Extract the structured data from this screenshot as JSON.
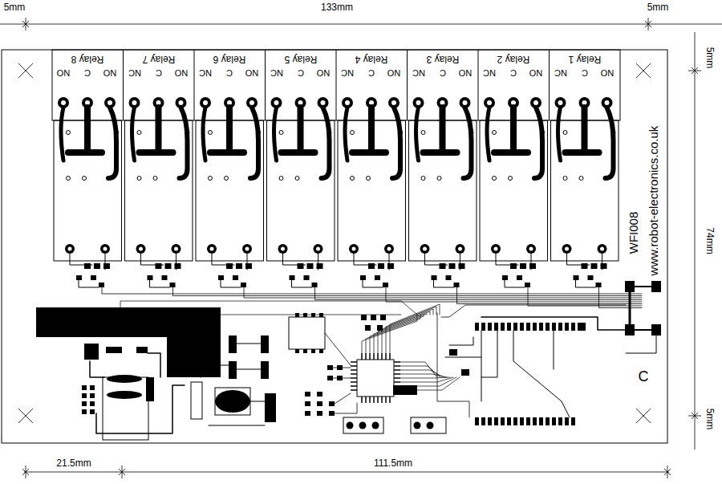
{
  "diagram": {
    "labels": [
      "5mm",
      "133mm",
      "5mm",
      "5mm",
      "74mm",
      "5mm",
      "21.5mm",
      "111.5mm",
      "Relay 8",
      "NO",
      "C",
      "NO",
      "Relay 7",
      "NC",
      "C",
      "NO",
      "Relay 6",
      "NC",
      "C",
      "NO",
      "Relay 5",
      "NC",
      "C",
      "NO",
      "Relay 4",
      "NC",
      "C",
      "NO",
      "Relay 3",
      "NC",
      "C",
      "NO",
      "Relay 2",
      "NC",
      "C",
      "NO",
      "Relay 1",
      "NC",
      "C",
      "NO",
      "WFI008",
      "www.robot-electronics.co.uk",
      "C"
    ]
  }
}
